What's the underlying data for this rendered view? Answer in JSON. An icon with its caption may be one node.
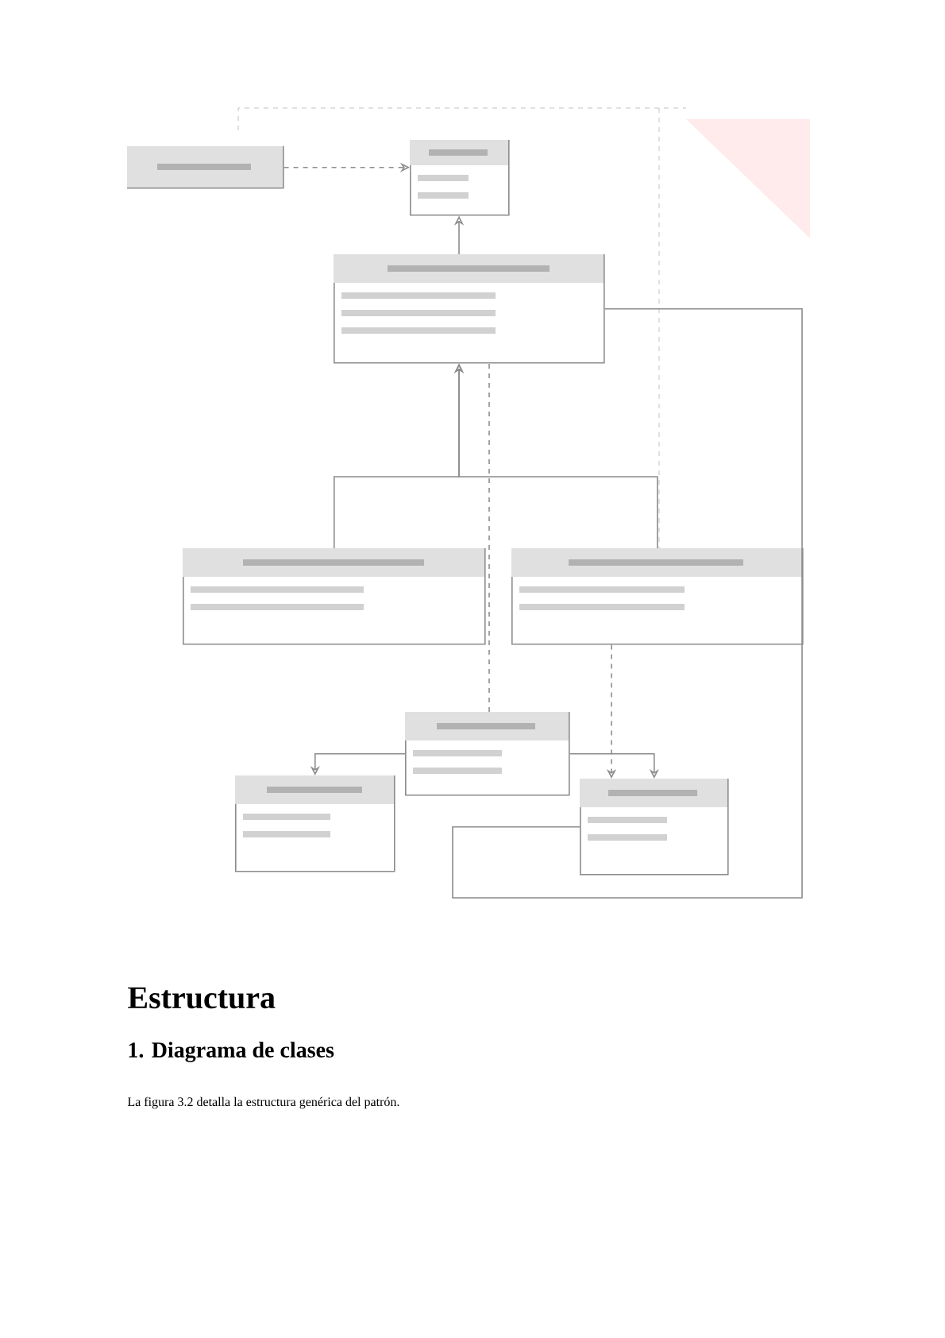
{
  "diagram": {
    "nodes": [
      {
        "text": [],
        "shape": "box"
      },
      {
        "text": [],
        "shape": "box"
      },
      {
        "text": [],
        "shape": "box"
      },
      {
        "text": [],
        "shape": "box"
      },
      {
        "text": [],
        "shape": "box"
      },
      {
        "text": [],
        "shape": "box"
      },
      {
        "text": [],
        "shape": "box"
      },
      {
        "text": [],
        "shape": "box"
      }
    ],
    "edges": [
      {
        "from": 0,
        "to": 1,
        "arrow": "to",
        "style": "dashed"
      },
      {
        "from": 2,
        "to": 1,
        "arrow": "to"
      },
      {
        "from": 3,
        "to": 2,
        "arrow": "to"
      },
      {
        "from": 4,
        "to": 2,
        "arrow": "to"
      },
      {
        "from": 5,
        "to": 2,
        "arrow": "none",
        "style": "dashed"
      },
      {
        "from": 4,
        "to": 7,
        "arrow": "to",
        "style": "dashed"
      },
      {
        "from": 5,
        "to": 6,
        "arrow": "to"
      },
      {
        "from": 5,
        "to": 7,
        "arrow": "to"
      },
      {
        "from": 7,
        "to": 2,
        "arrow": "none"
      }
    ],
    "labels": [
      "Estructura",
      "1. Diagrama de clases",
      "La figura 3.2 detalla la estructura genérica del patrón."
    ]
  }
}
